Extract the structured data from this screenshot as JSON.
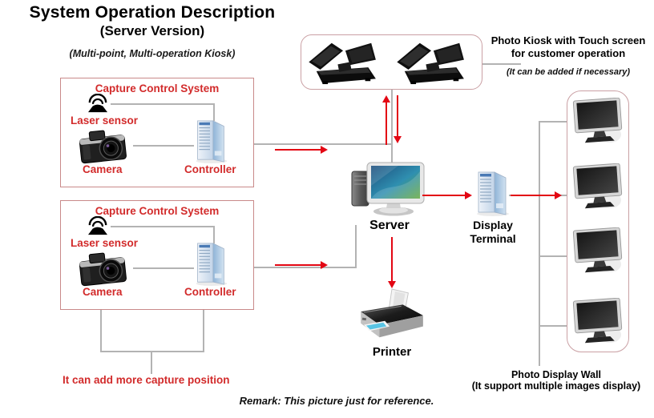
{
  "page_title": "System Operation Description",
  "page_subtitle": "(Server Version)",
  "tagline": "(Multi-point, Multi-operation Kiosk)",
  "capture_boxes": [
    {
      "title": "Capture Control System",
      "laser_label": "Laser sensor",
      "camera_label": "Camera",
      "controller_label": "Controller"
    },
    {
      "title": "Capture Control System",
      "laser_label": "Laser sensor",
      "camera_label": "Camera",
      "controller_label": "Controller"
    }
  ],
  "kiosk": {
    "caption_line1": "Photo Kiosk with Touch screen",
    "caption_line2": "for customer operation",
    "note": "(It can be added if necessary)"
  },
  "server": {
    "label": "Server"
  },
  "display_terminal": {
    "label_line1": "Display",
    "label_line2": "Terminal"
  },
  "printer": {
    "label": "Printer"
  },
  "display_wall": {
    "caption_line1": "Photo Display Wall",
    "caption_line2": "(It support multiple images display)",
    "monitor_count": 4
  },
  "notes": {
    "capture_extension": "It can add more capture position",
    "remark": "Remark: This picture just for reference."
  },
  "icons": {
    "laser_sensor": "laser-sensor-icon",
    "camera": "camera-icon",
    "controller": "tower-pc-icon",
    "server": "server-computer-icon",
    "display_terminal": "tower-pc-icon",
    "printer": "printer-icon",
    "kiosk": "dual-screen-kiosk-icon",
    "wall_monitor": "monitor-icon"
  },
  "colors": {
    "red_text": "#d22b2b",
    "arrow": "#e30613",
    "connector": "#b3b3b3",
    "capture_border": "#c98989",
    "rounded_border": "#caa0a4",
    "title_text": "#000000"
  }
}
